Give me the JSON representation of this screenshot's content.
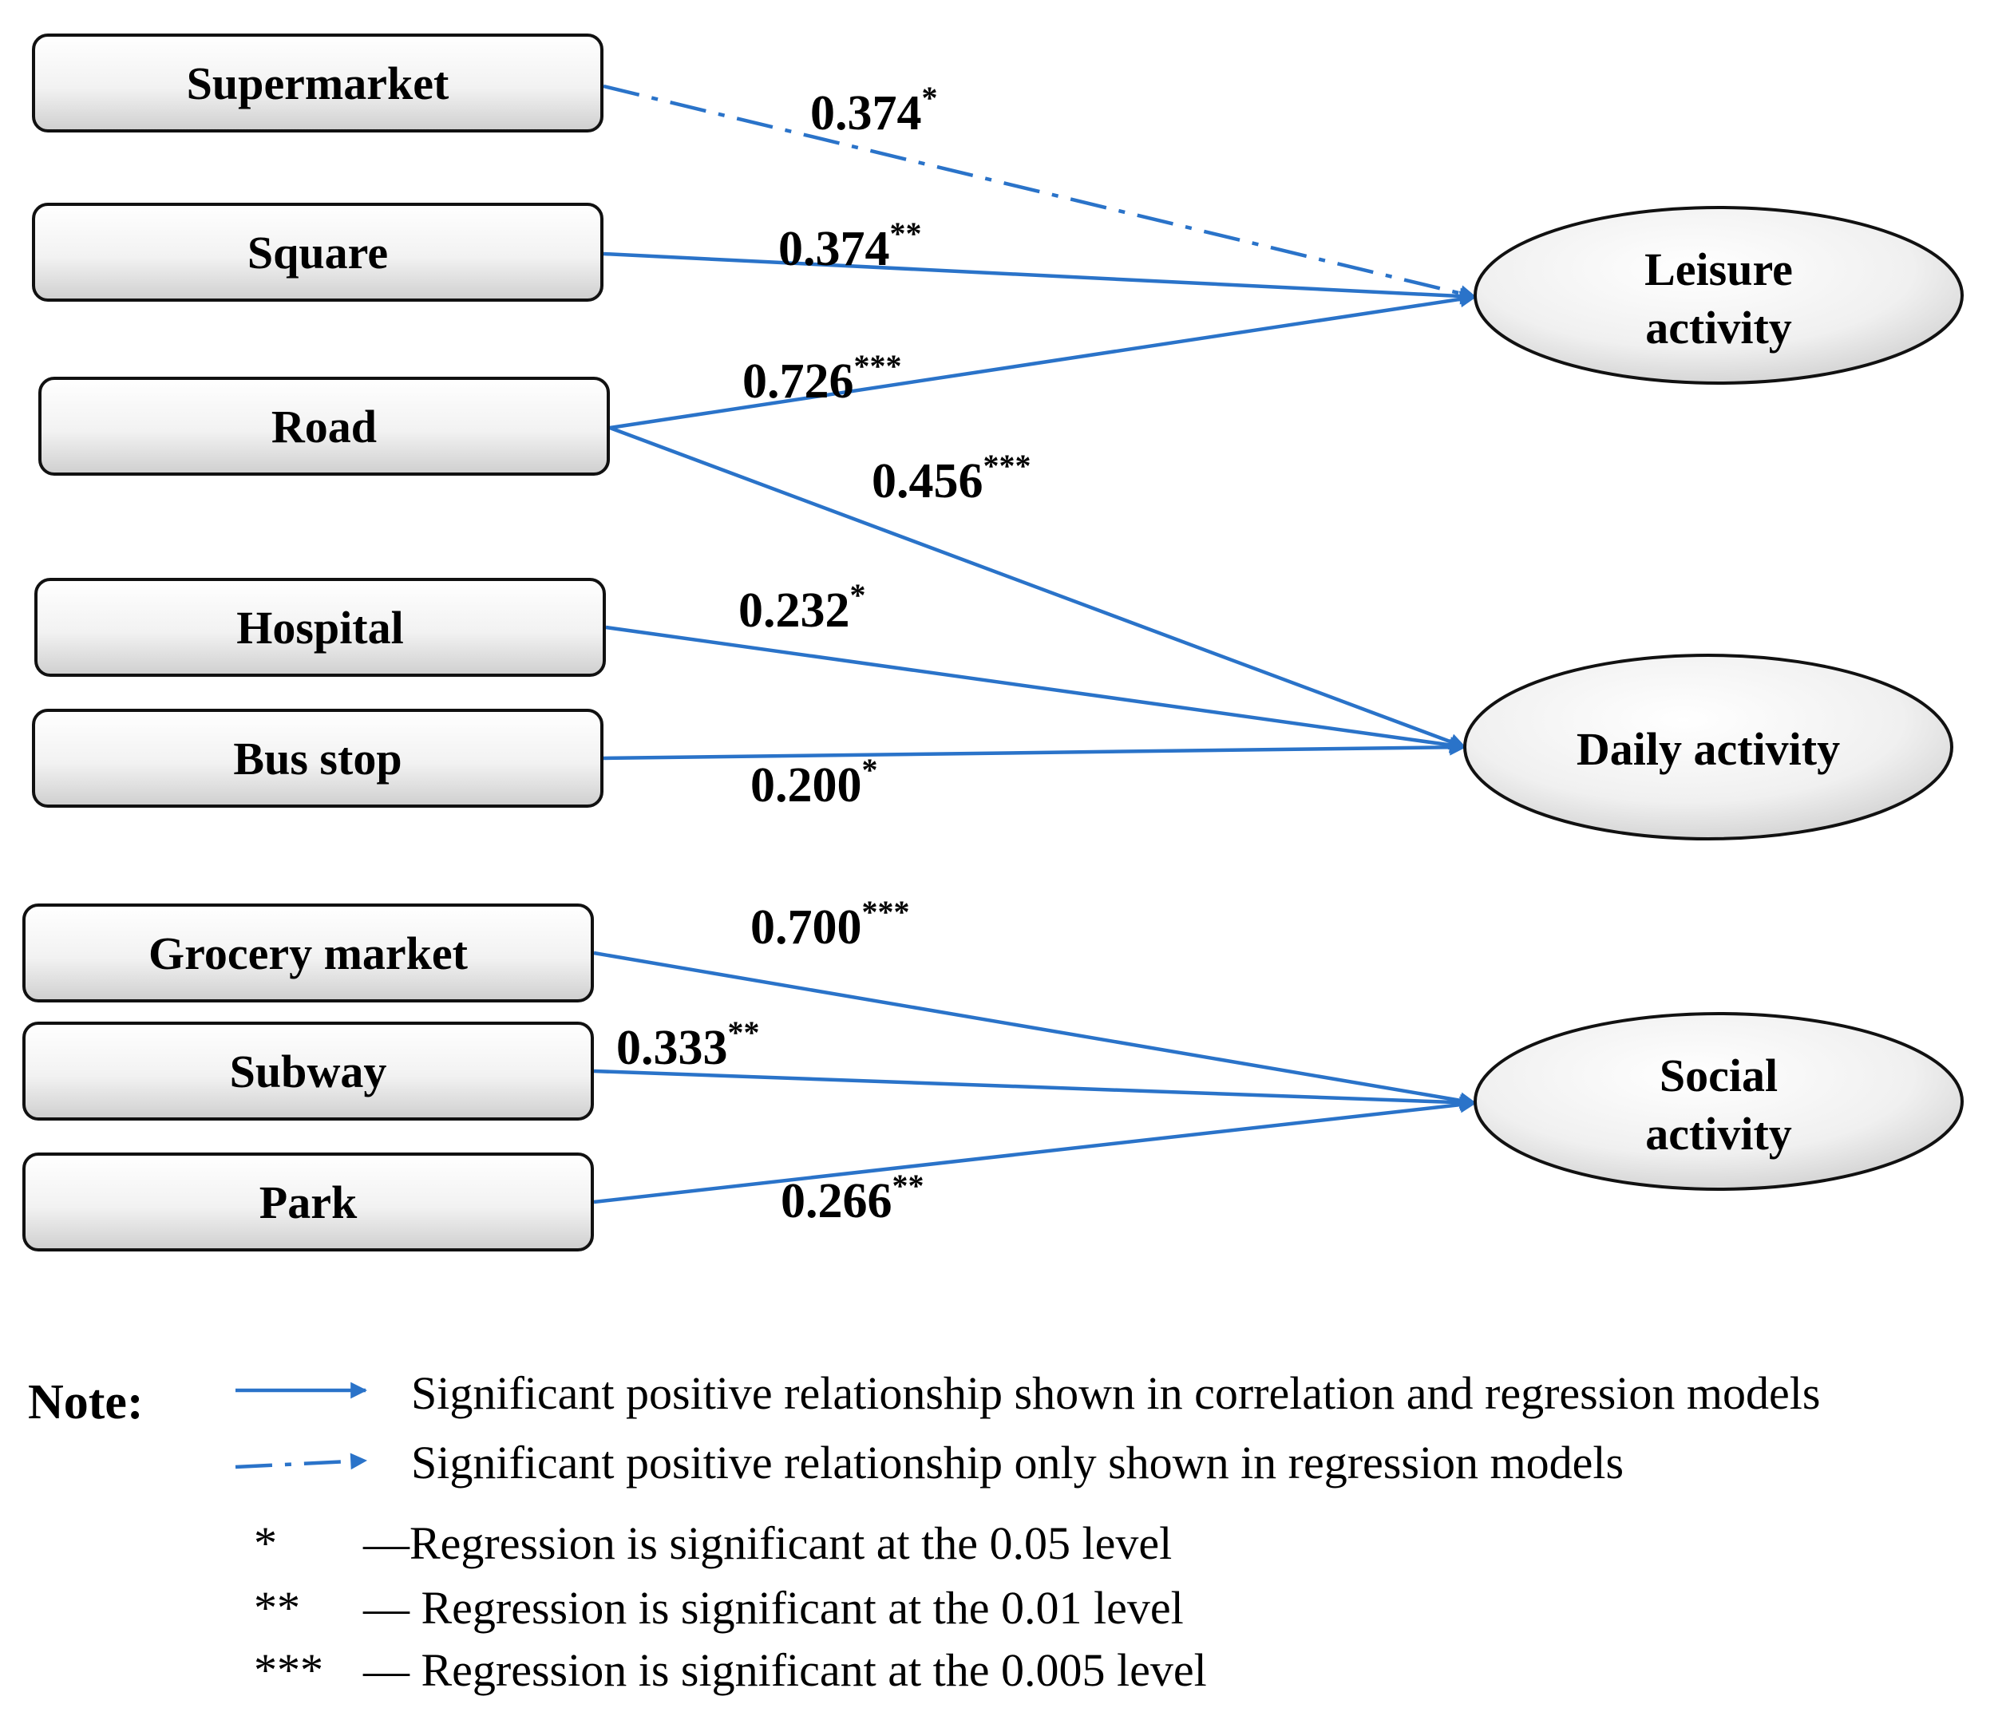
{
  "nodes": {
    "supermarket": "Supermarket",
    "square": "Square",
    "road": "Road",
    "hospital": "Hospital",
    "bus_stop": "Bus stop",
    "grocery_market": "Grocery market",
    "subway": "Subway",
    "park": "Park"
  },
  "outcomes": {
    "leisure": [
      "Leisure",
      "activity"
    ],
    "daily": [
      "Daily activity"
    ],
    "social": [
      "Social",
      "activity"
    ]
  },
  "edges": [
    {
      "from": "supermarket",
      "to": "leisure",
      "value": "0.374",
      "stars": "*",
      "style": "dashdot"
    },
    {
      "from": "square",
      "to": "leisure",
      "value": "0.374",
      "stars": "**",
      "style": "solid"
    },
    {
      "from": "road",
      "to": "leisure",
      "value": "0.726",
      "stars": "***",
      "style": "solid"
    },
    {
      "from": "road",
      "to": "daily",
      "value": "0.456",
      "stars": "***",
      "style": "solid"
    },
    {
      "from": "hospital",
      "to": "daily",
      "value": "0.232",
      "stars": "*",
      "style": "solid"
    },
    {
      "from": "bus_stop",
      "to": "daily",
      "value": "0.200",
      "stars": "*",
      "style": "solid"
    },
    {
      "from": "grocery_market",
      "to": "social",
      "value": "0.700",
      "stars": "***",
      "style": "solid"
    },
    {
      "from": "subway",
      "to": "social",
      "value": "0.333",
      "stars": "**",
      "style": "solid"
    },
    {
      "from": "park",
      "to": "social",
      "value": "0.266",
      "stars": "**",
      "style": "solid"
    }
  ],
  "note": {
    "title": "Note:",
    "legend_solid": "Significant positive relationship shown in correlation and regression models",
    "legend_dashdot": "Significant positive relationship only shown in regression models",
    "levels": [
      {
        "stars": "*",
        "text": "—Regression is significant at the 0.05 level"
      },
      {
        "stars": "**",
        "text": "— Regression is significant at the 0.01 level"
      },
      {
        "stars": "***",
        "text": "— Regression is significant at the 0.005 level"
      }
    ]
  },
  "colors": {
    "arrow": "#2a73c9",
    "box_fill_top": "#ffffff",
    "box_fill_bottom": "#d6d6d6",
    "outline": "#111111"
  }
}
